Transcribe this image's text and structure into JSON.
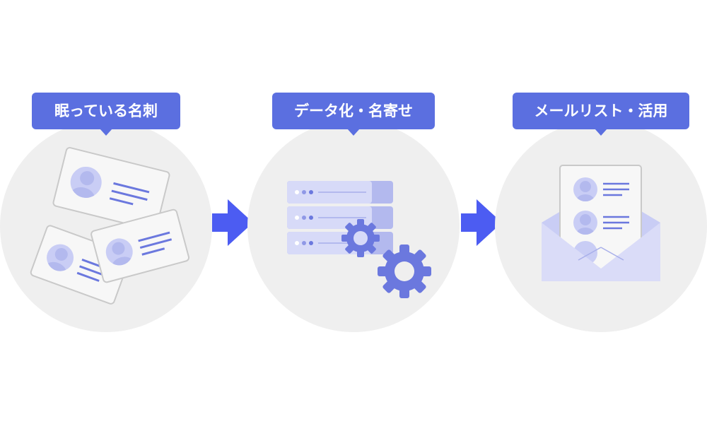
{
  "steps": [
    {
      "label": "眠っている名刺",
      "icon": "business-cards-icon"
    },
    {
      "label": "データ化・名寄せ",
      "icon": "database-gears-icon"
    },
    {
      "label": "メールリスト・活用",
      "icon": "mail-list-icon"
    }
  ],
  "colors": {
    "label_bg": "#5b6fe0",
    "circle_bg": "#efefef",
    "arrow": "#4c5cf2",
    "accent_light": "#c9cdf5",
    "accent_mid": "#b3b9ee",
    "gear": "#6b78de"
  }
}
